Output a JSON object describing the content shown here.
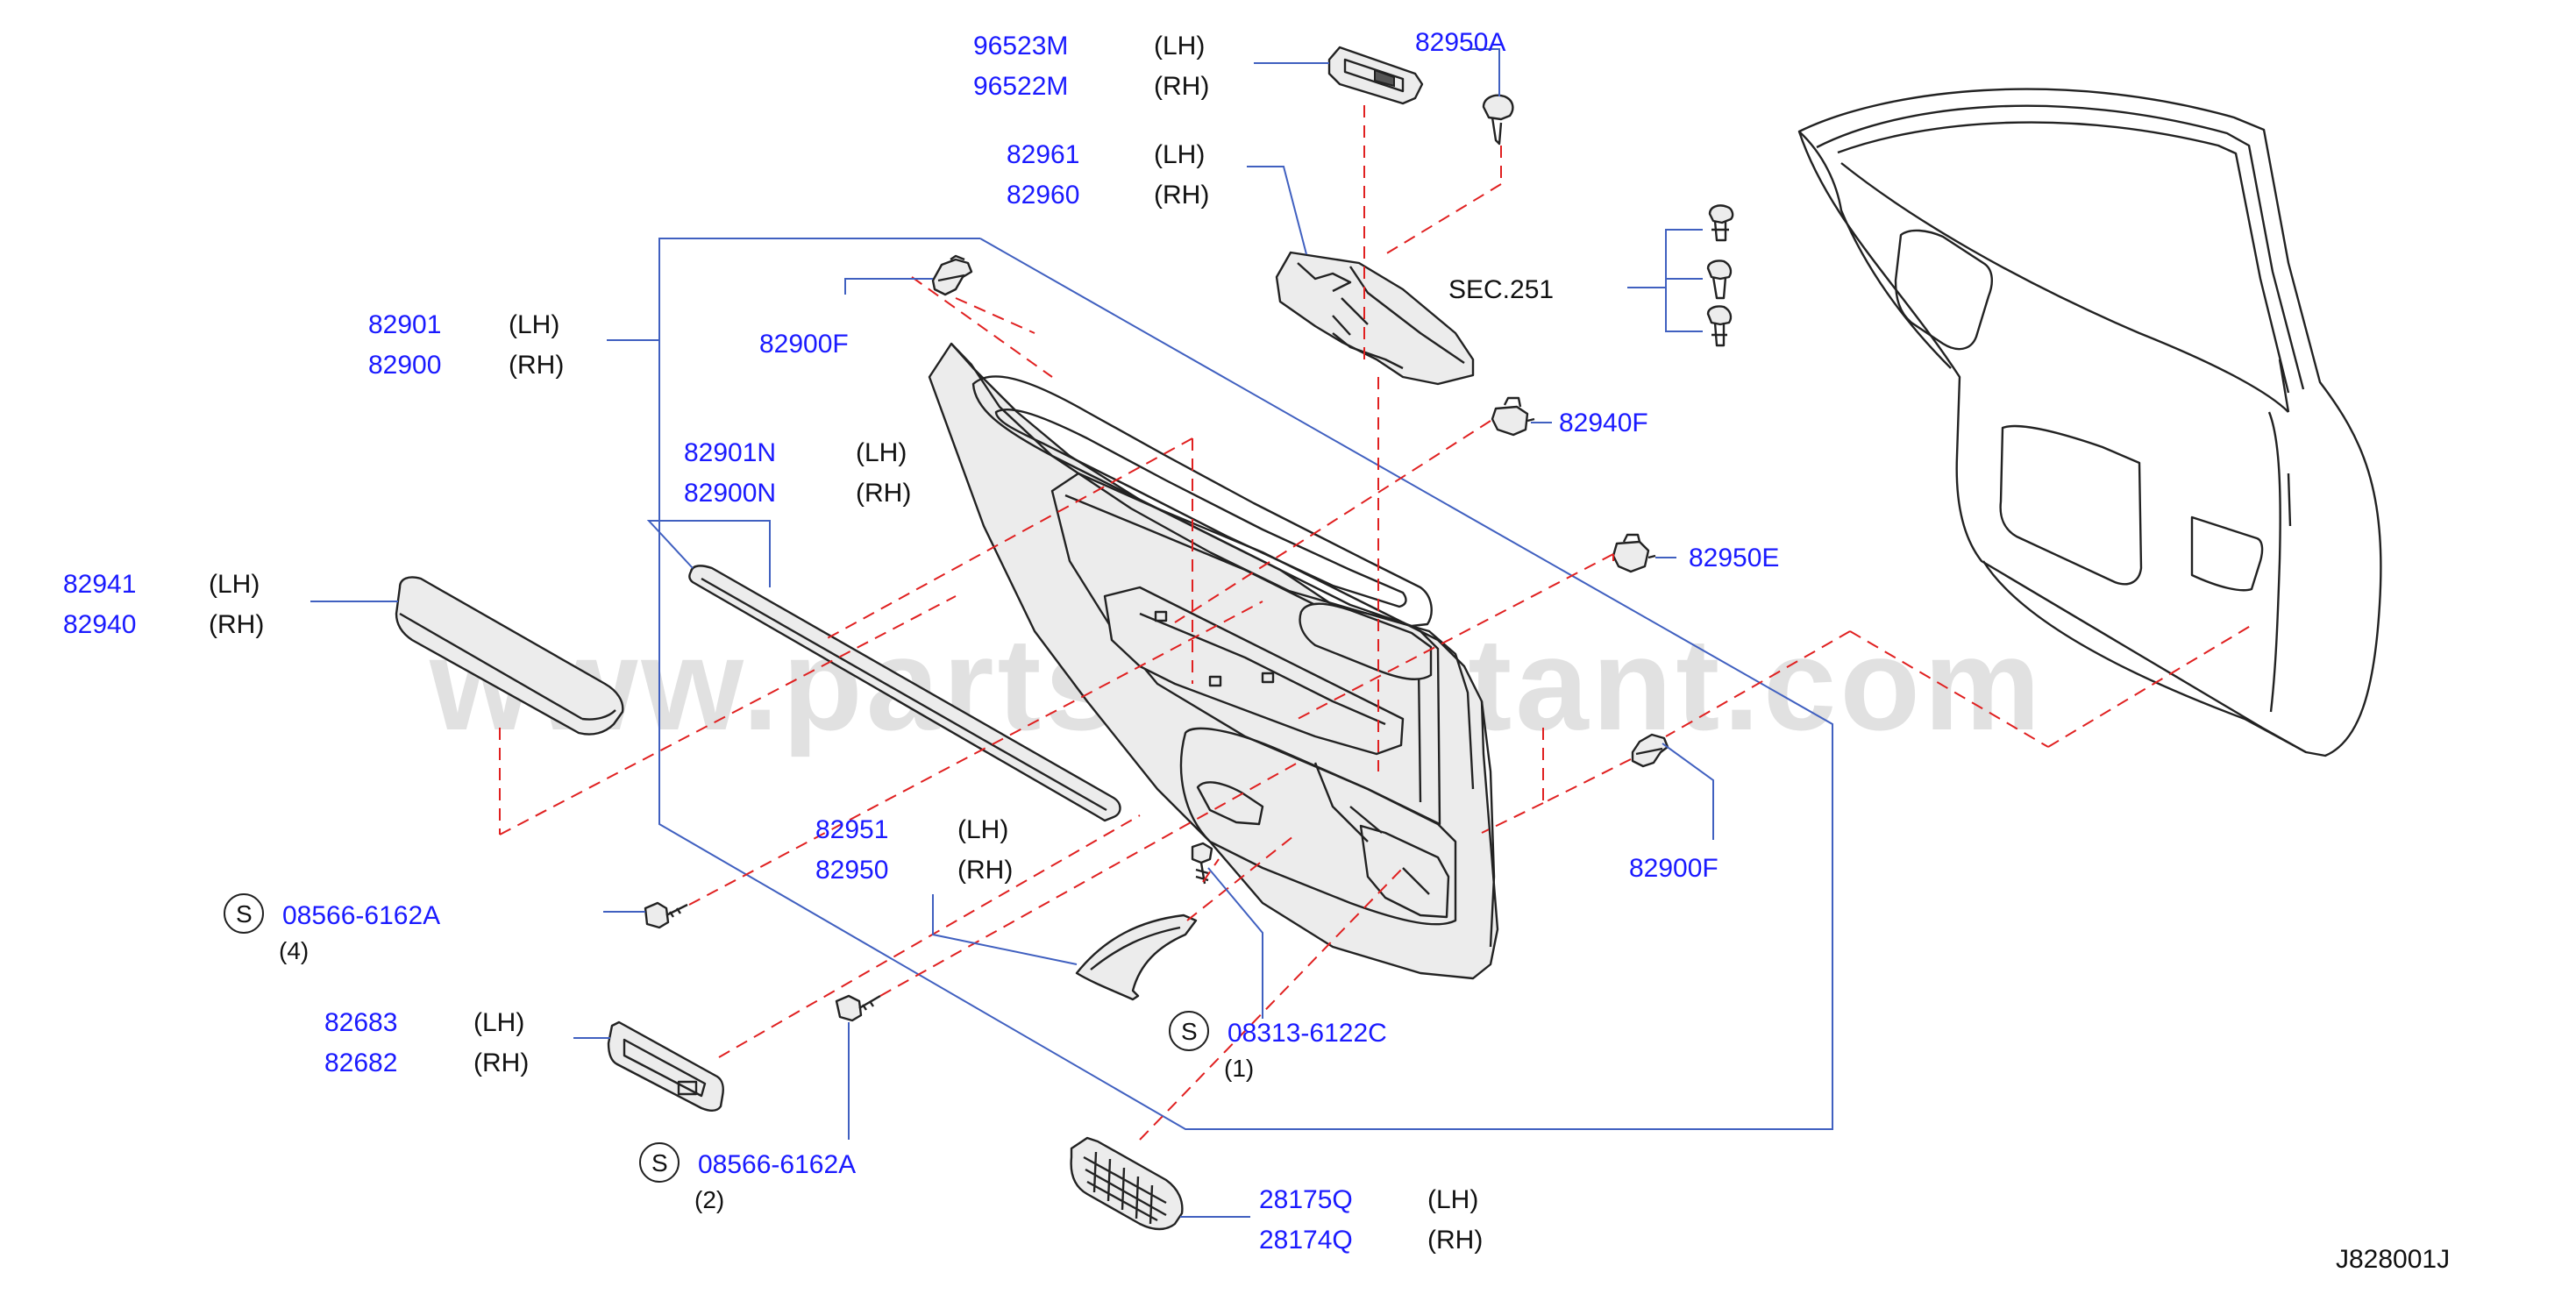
{
  "parts": {
    "p96523m": {
      "number": "96523M",
      "side": "(LH)"
    },
    "p96522m": {
      "number": "96522M",
      "side": "(RH)"
    },
    "p82950a": {
      "number": "82950A"
    },
    "p82961": {
      "number": "82961",
      "side": "(LH)"
    },
    "p82960": {
      "number": "82960",
      "side": "(RH)"
    },
    "sec251": {
      "label": "SEC.251"
    },
    "p82901": {
      "number": "82901",
      "side": "(LH)"
    },
    "p82900": {
      "number": "82900",
      "side": "(RH)"
    },
    "p82900f_top": {
      "number": "82900F"
    },
    "p82940f": {
      "number": "82940F"
    },
    "p82901n": {
      "number": "82901N",
      "side": "(LH)"
    },
    "p82900n": {
      "number": "82900N",
      "side": "(RH)"
    },
    "p82950e": {
      "number": "82950E"
    },
    "p82941": {
      "number": "82941",
      "side": "(LH)"
    },
    "p82940": {
      "number": "82940",
      "side": "(RH)"
    },
    "p82951": {
      "number": "82951",
      "side": "(LH)"
    },
    "p82950": {
      "number": "82950",
      "side": "(RH)"
    },
    "p82900f_right": {
      "number": "82900F"
    },
    "screw1": {
      "symbol": "S",
      "number": "08566-6162A",
      "qty": "(4)"
    },
    "screw2": {
      "symbol": "S",
      "number": "08313-6122C",
      "qty": "(1)"
    },
    "p82683": {
      "number": "82683",
      "side": "(LH)"
    },
    "p82682": {
      "number": "82682",
      "side": "(RH)"
    },
    "screw3": {
      "symbol": "S",
      "number": "08566-6162A",
      "qty": "(2)"
    },
    "p28175q": {
      "number": "28175Q",
      "side": "(LH)"
    },
    "p28174q": {
      "number": "28174Q",
      "side": "(RH)"
    }
  },
  "diagram_code": "J828001J",
  "watermark": "www.partsassistant.com",
  "colors": {
    "part_number": "#1a1aff",
    "leader": "#4060c0",
    "dashed": "#e02020",
    "line": "#222222"
  }
}
